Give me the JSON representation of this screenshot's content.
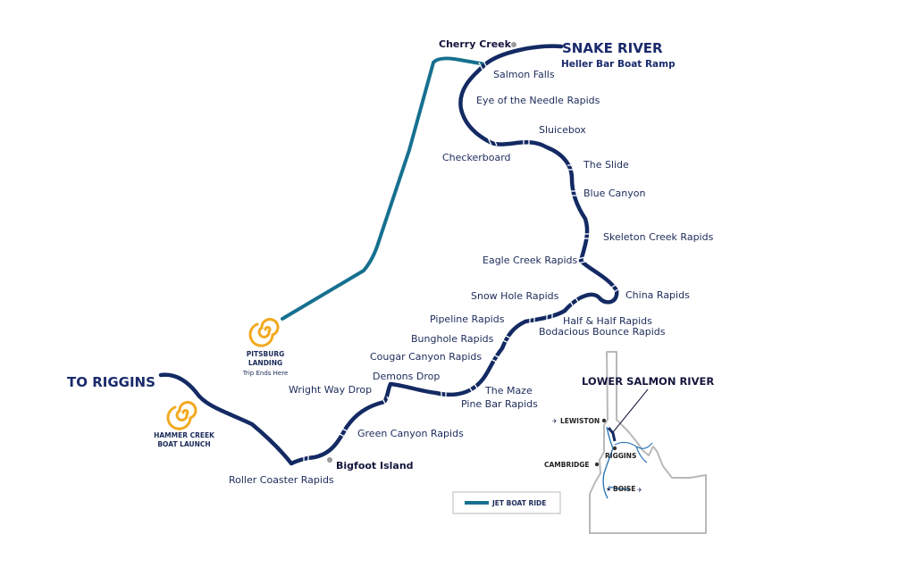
{
  "colors": {
    "navy": "#132a63",
    "teal": "#17708f",
    "gold": "#f2a91f",
    "gray": "#9a9a9a",
    "state_outline": "#b9b9b9",
    "water": "#2f78b7"
  },
  "labels": {
    "snake_river": "SNAKE RIVER",
    "heller_bar": "Heller Bar Boat Ramp",
    "cherry_creek": "Cherry Creek",
    "to_riggins": "TO RIGGINS",
    "bigfoot_island": "Bigfoot Island"
  },
  "rapids": [
    "Salmon Falls",
    "Eye of the Needle Rapids",
    "Sluicebox",
    "Checkerboard",
    "The Slide",
    "Blue Canyon",
    "Skeleton Creek Rapids",
    "Eagle Creek Rapids",
    "China Rapids",
    "Snow Hole Rapids",
    "Half & Half Rapids",
    "Bodacious Bounce Rapids",
    "Pipeline Rapids",
    "Bunghole Rapids",
    "Cougar Canyon Rapids",
    "Demons Drop",
    "The Maze",
    "Pine Bar Rapids",
    "Wright Way Drop",
    "Green Canyon Rapids",
    "Roller Coaster Rapids"
  ],
  "landings": {
    "pitsburg": {
      "line1": "PITSBURG",
      "line2": "LANDING",
      "note": "Trip Ends Here",
      "icon": "spiral-icon"
    },
    "hammer_creek": {
      "line1": "HAMMER CREEK",
      "line2": "BOAT LAUNCH",
      "icon": "spiral-icon"
    }
  },
  "legend": {
    "label": "JET BOAT RIDE"
  },
  "inset": {
    "title": "LOWER SALMON RIVER",
    "towns": [
      "LEWISTON",
      "RIGGINS",
      "CAMBRIDGE",
      "BOISE"
    ]
  }
}
